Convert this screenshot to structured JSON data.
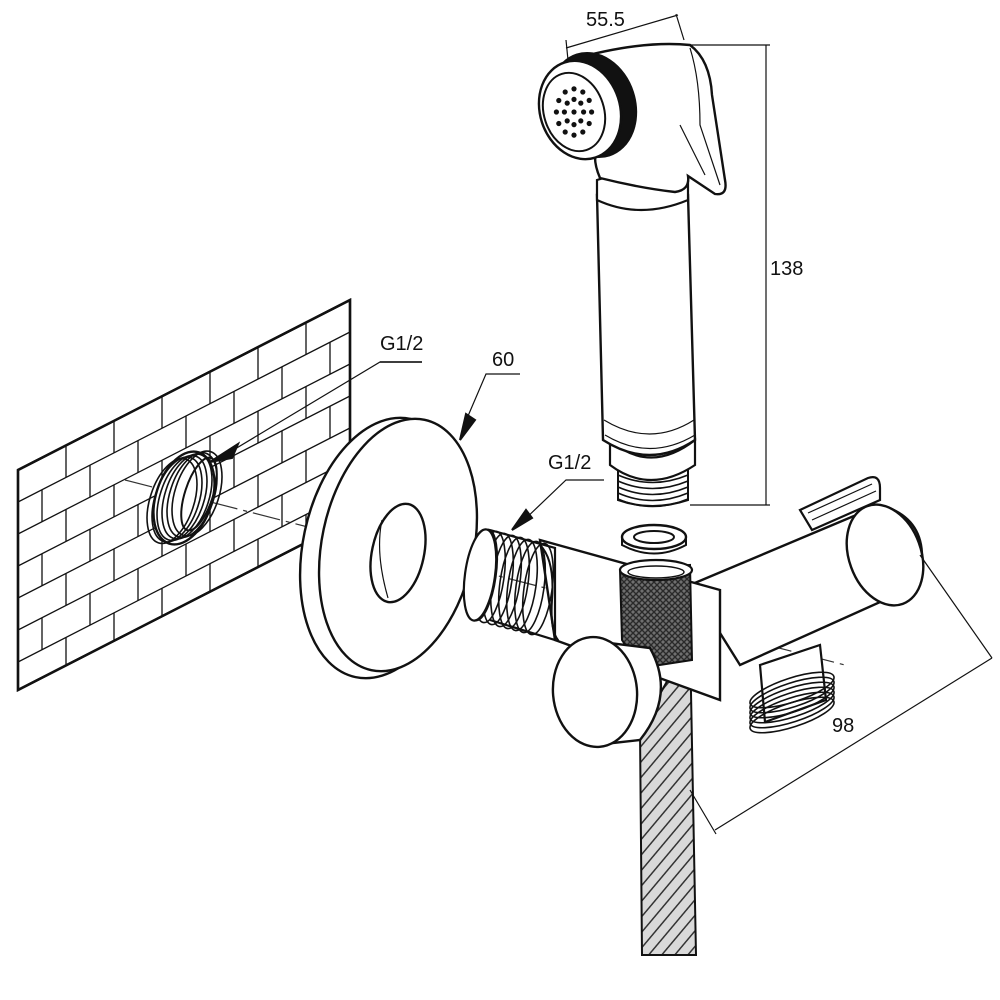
{
  "diagram": {
    "dimensions": {
      "sprayer_head_width": "55.5",
      "sprayer_length": "138",
      "wall_thread": "G1/2",
      "flange_diameter": "60",
      "valve_thread": "G1/2",
      "valve_body_length": "98"
    },
    "parts": [
      "brick-wall",
      "wall-outlet-thread",
      "cover-flange",
      "angle-valve",
      "hand-sprayer",
      "sealing-washer",
      "shower-hose"
    ]
  }
}
